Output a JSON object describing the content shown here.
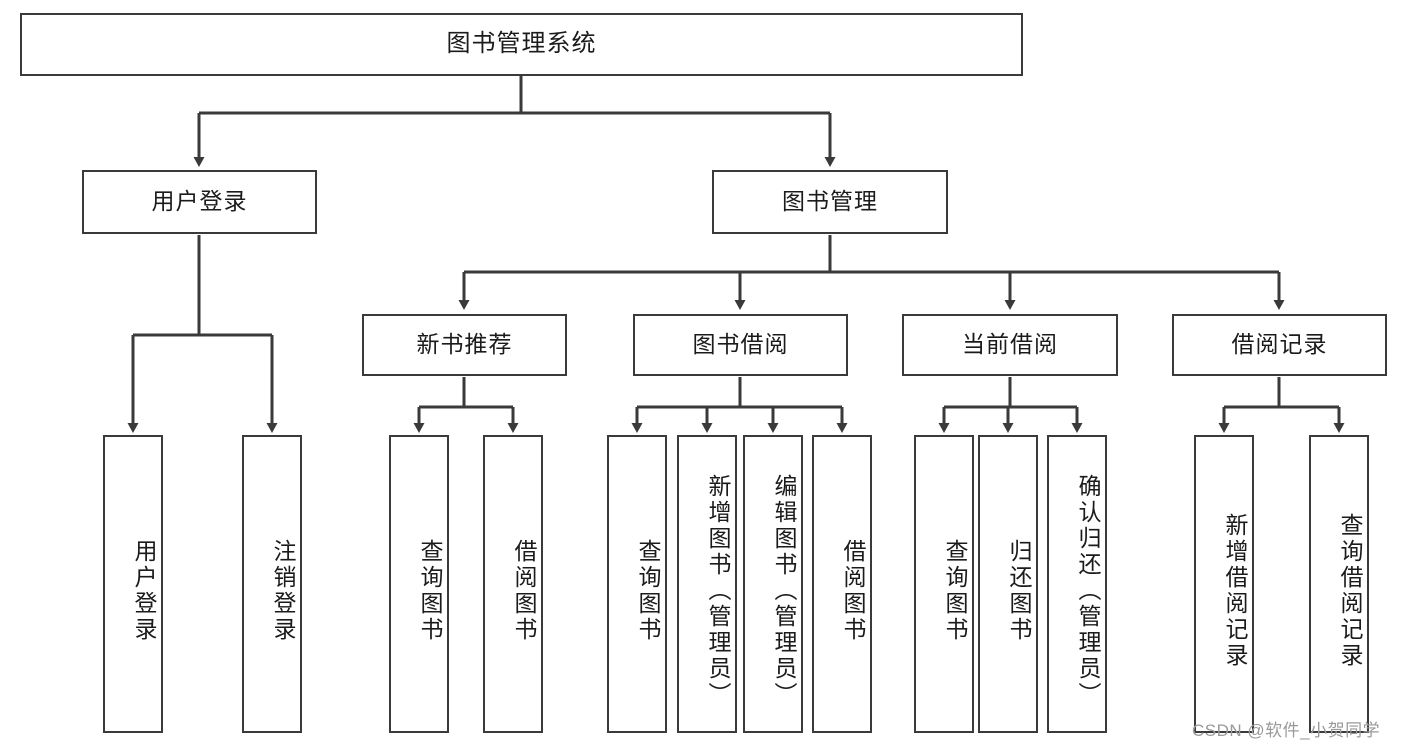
{
  "diagram": {
    "type": "tree-hierarchy-chart",
    "title": "图书管理系统",
    "stroke_color": "#3a3a3a",
    "text_color": "#1b1b1b",
    "background": "#ffffff",
    "levels": 4
  },
  "root": {
    "label": "图书管理系统"
  },
  "level2": [
    {
      "label": "用户登录"
    },
    {
      "label": "图书管理"
    }
  ],
  "level3": [
    {
      "label": "新书推荐"
    },
    {
      "label": "图书借阅"
    },
    {
      "label": "当前借阅"
    },
    {
      "label": "借阅记录"
    }
  ],
  "leaves": {
    "user_login": [
      {
        "label": "用户登录"
      },
      {
        "label": "注销登录"
      }
    ],
    "new_book_recommend": [
      {
        "label": "查询图书"
      },
      {
        "label": "借阅图书"
      }
    ],
    "book_borrow": [
      {
        "label": "查询图书"
      },
      {
        "label": "新增图书（管理员）"
      },
      {
        "label": "编辑图书（管理员）"
      },
      {
        "label": "借阅图书"
      }
    ],
    "current_borrow": [
      {
        "label": "查询图书"
      },
      {
        "label": "归还图书"
      },
      {
        "label": "确认归还（管理员）"
      }
    ],
    "borrow_record": [
      {
        "label": "新增借阅记录"
      },
      {
        "label": "查询借阅记录"
      }
    ]
  },
  "watermark": {
    "text": "CSDN @软件_小贺同学"
  }
}
